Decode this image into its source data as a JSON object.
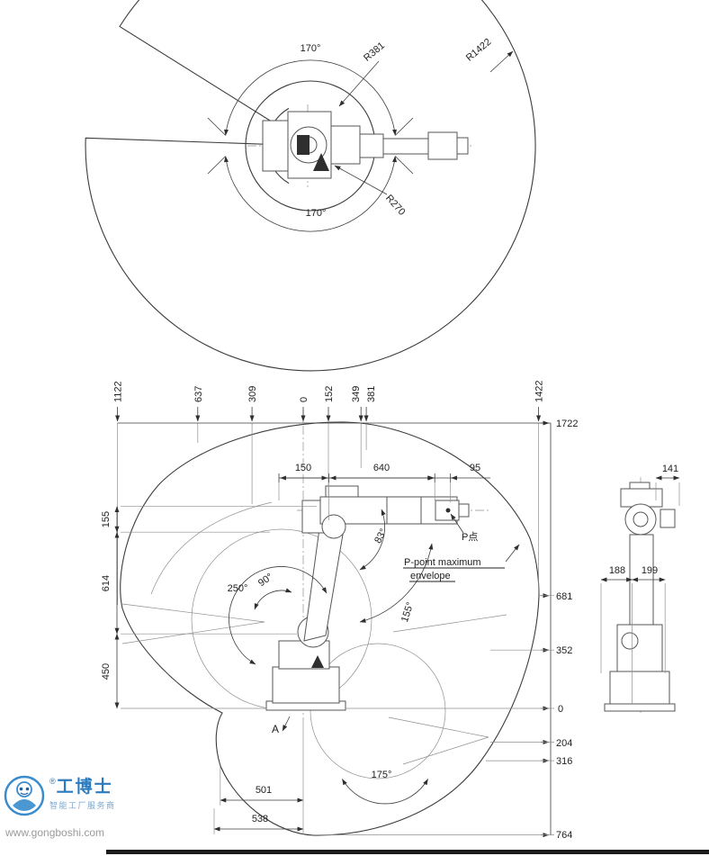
{
  "top_view": {
    "angle_top": "170°",
    "angle_bottom": "170°",
    "radius_labels": [
      "R381",
      "R1422",
      "R270"
    ]
  },
  "front_view": {
    "top_dims": [
      "1122",
      "637",
      "309",
      "0",
      "152",
      "349",
      "381",
      "1422"
    ],
    "right_dims": [
      "1722",
      "681",
      "352",
      "0",
      "204",
      "316",
      "764"
    ],
    "arm_dims": [
      "150",
      "640",
      "95"
    ],
    "left_dims": [
      "155",
      "614",
      "450"
    ],
    "bottom_dims": [
      "501",
      "538"
    ],
    "angles": [
      "250°",
      "90°",
      "83°",
      "155°",
      "175°"
    ],
    "p_point": "P点",
    "envelope_note_line1": "P-point maximum",
    "envelope_note_line2": "envelope",
    "section_label": "A"
  },
  "side_view": {
    "top_dim": "141",
    "base_dims": [
      "188",
      "199"
    ]
  },
  "watermark": {
    "brand": "工博士",
    "registered": "®",
    "tagline": "智能工厂服务商",
    "url": "www.gongboshi.com"
  }
}
